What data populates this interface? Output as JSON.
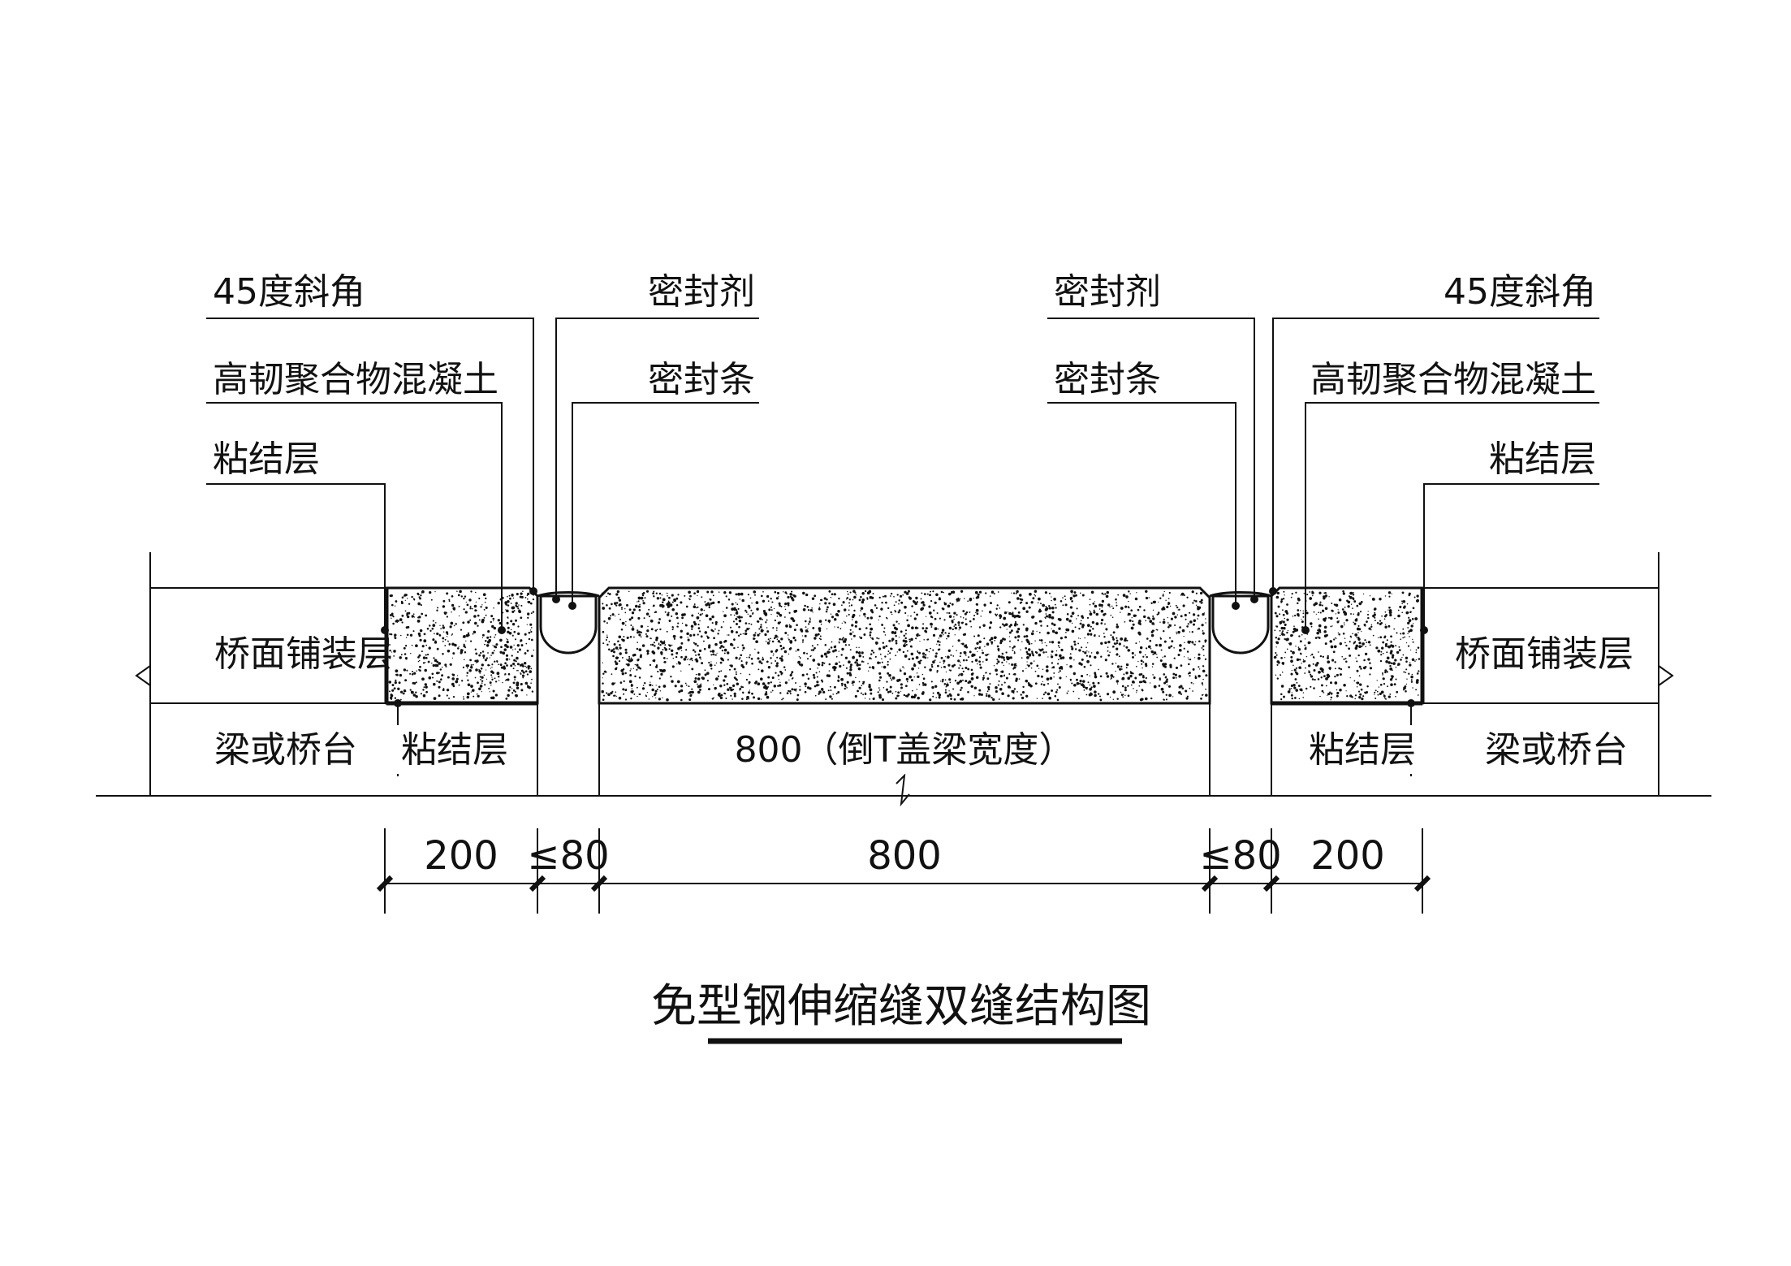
{
  "title": "免型钢伸缩缝双缝结构图",
  "labels": {
    "chamfer": "45度斜角",
    "polymer_concrete": "高韧聚合物混凝土",
    "bond_layer": "粘结层",
    "sealant": "密封剂",
    "seal_strip": "密封条",
    "deck_pavement": "桥面铺装层",
    "beam_or_abutment": "梁或桥台",
    "cap_beam": "800（倒T盖梁宽度）"
  },
  "dimensions": {
    "left_block": "200",
    "left_gap": "≤80",
    "middle": "800",
    "right_gap": "≤80",
    "right_block": "200"
  },
  "colors": {
    "line": "#111111",
    "background": "#ffffff"
  }
}
